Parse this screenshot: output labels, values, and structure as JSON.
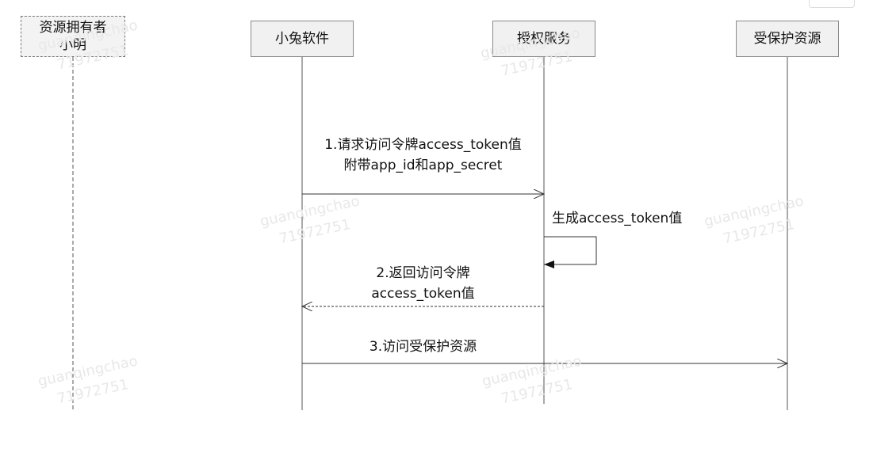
{
  "participants": {
    "owner": {
      "line1": "资源拥有者",
      "line2": "小明"
    },
    "app": {
      "label": "小兔软件"
    },
    "auth": {
      "label": "授权服务"
    },
    "resource": {
      "label": "受保护资源"
    }
  },
  "messages": {
    "m1": {
      "line1": "1.请求访问令牌access_token值",
      "line2": "附带app_id和app_secret"
    },
    "self": {
      "label": "生成access_token值"
    },
    "m2": {
      "line1": "2.返回访问令牌",
      "line2": "access_token值"
    },
    "m3": {
      "label": "3.访问受保护资源"
    }
  },
  "watermark": {
    "name": "guanqingchao",
    "id": "71972751"
  }
}
